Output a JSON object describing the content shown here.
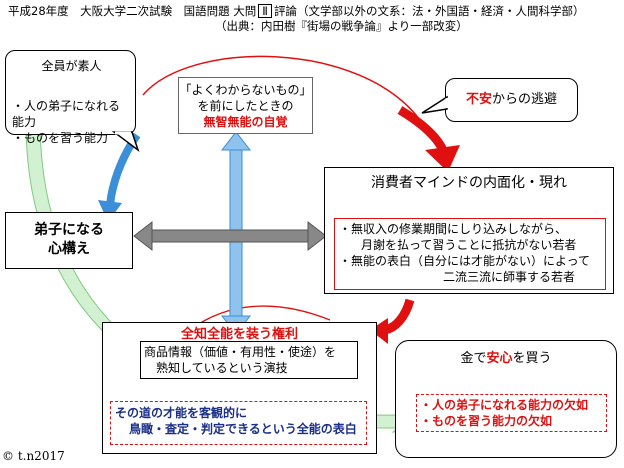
{
  "header": {
    "line1_pre": "平成28年度　大阪大学二次試験　国語問題 大問",
    "roman": "Ⅱ",
    "line1_post": "評論（文学部以外の文系：法・外国語・経済・人間科学部）",
    "line2": "（出典：内田樹『街場の戦争論』より一部改変）"
  },
  "top_left": {
    "title": "全員が素人",
    "items": [
      "・人の弟子になれる能力",
      "・ものを習う能力"
    ]
  },
  "center_box": {
    "line1": "「よくわからないもの」",
    "line2": "を前にしたときの",
    "line3": "無智無能の自覚"
  },
  "top_right_bubble": {
    "red": "不安",
    "rest": "からの逃避"
  },
  "consumer": {
    "title": "消費者マインドの内面化・現れ",
    "items": [
      "・無収入の修業期間にしり込みしながら、",
      "月謝を払って習うことに抵抗がない若者",
      "・無能の表白（自分には才能がない）によって",
      "二流三流に師事する若者"
    ]
  },
  "disciple": {
    "line1": "弟子になる",
    "line2": "心構え"
  },
  "omnipotence": {
    "title": "全知全能を装う権利",
    "info_lines": [
      "商品情報（価値・有用性・使途）を",
      "熟知しているという演技"
    ],
    "result_lines": [
      "その道の才能を客観的に",
      "鳥瞰・査定・判定できるという全能の表白"
    ]
  },
  "bottom_right_bubble": {
    "pre": "金で",
    "red": "安心",
    "post": "を買う",
    "items": [
      "・人の弟子になれる能力の欠如",
      "・ものを習う能力の欠如"
    ]
  },
  "copyright": "© t.n2017",
  "colors": {
    "red": "#e01010",
    "blue": "#3a8fd8",
    "gray_arrow": "#777777",
    "green_band": "#c9efc9"
  }
}
